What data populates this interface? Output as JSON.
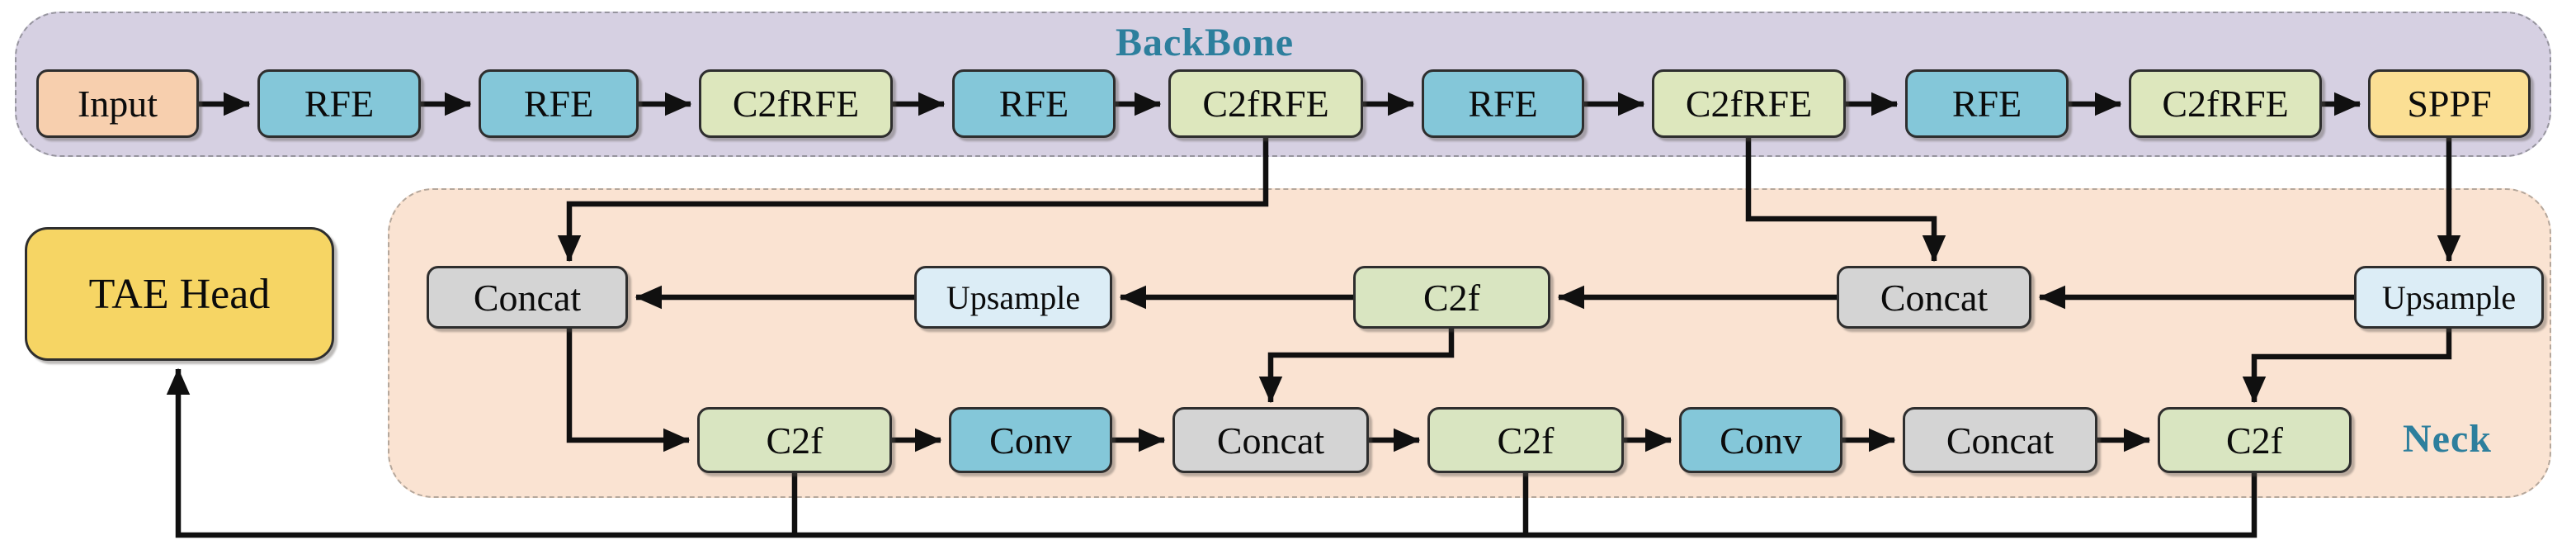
{
  "diagram": {
    "backbone": {
      "label": "BackBone",
      "boxes": [
        {
          "label": "Input",
          "type": "input"
        },
        {
          "label": "RFE",
          "type": "rfe"
        },
        {
          "label": "RFE",
          "type": "rfe"
        },
        {
          "label": "C2fRFE",
          "type": "c2frfe"
        },
        {
          "label": "RFE",
          "type": "rfe"
        },
        {
          "label": "C2fRFE",
          "type": "c2frfe"
        },
        {
          "label": "RFE",
          "type": "rfe"
        },
        {
          "label": "C2fRFE",
          "type": "c2frfe"
        },
        {
          "label": "RFE",
          "type": "rfe"
        },
        {
          "label": "C2fRFE",
          "type": "c2frfe"
        },
        {
          "label": "SPPF",
          "type": "sppf"
        }
      ]
    },
    "neck": {
      "label": "Neck",
      "top_row": [
        {
          "label": "Concat",
          "type": "concat"
        },
        {
          "label": "Upsample",
          "type": "upsample"
        },
        {
          "label": "C2f",
          "type": "c2f"
        },
        {
          "label": "Concat",
          "type": "concat"
        },
        {
          "label": "Upsample",
          "type": "upsample"
        }
      ],
      "bottom_row": [
        {
          "label": "C2f",
          "type": "c2f"
        },
        {
          "label": "Conv",
          "type": "conv"
        },
        {
          "label": "Concat",
          "type": "concat"
        },
        {
          "label": "C2f",
          "type": "c2f"
        },
        {
          "label": "Conv",
          "type": "conv"
        },
        {
          "label": "Concat",
          "type": "concat"
        },
        {
          "label": "C2f",
          "type": "c2f"
        }
      ]
    },
    "head": {
      "label": "TAE Head"
    },
    "colors": {
      "backbone_background": "#d6d0e2",
      "neck_background": "#fae3d2",
      "input_box": "#f7cfae",
      "rfe_conv_box": "#84c7d9",
      "c2f_box": "#d9e5c1",
      "c2frfe_box": "#dde7bd",
      "sppf_box": "#fbdf94",
      "head_box": "#f6d564",
      "concat_box": "#d4d4d4",
      "upsample_box": "#dcedf6",
      "zone_label_text": "#2d7f9d",
      "connector_line": "#101010"
    }
  }
}
